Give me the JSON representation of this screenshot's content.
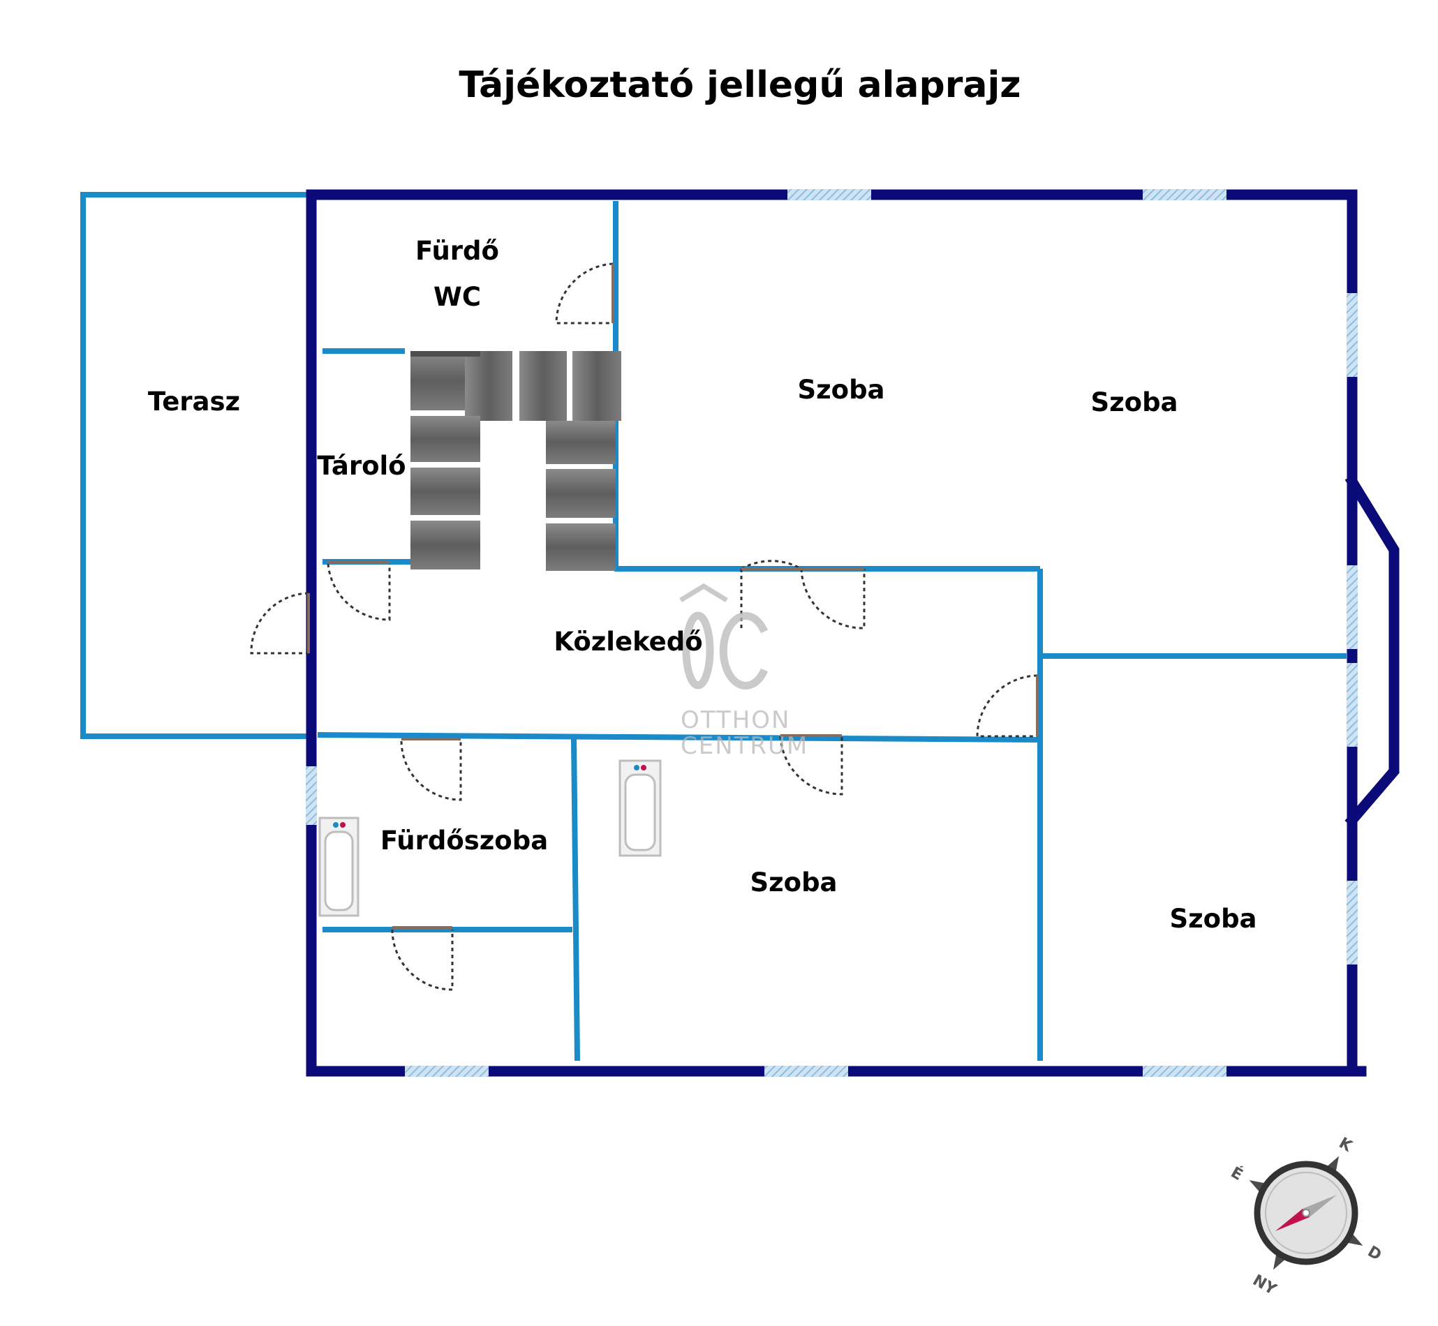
{
  "title": "Tájékoztató jellegű alaprajz",
  "rooms": {
    "terasz": "Terasz",
    "furdo": "Fürdő",
    "wc": "WC",
    "tarolo": "Tároló",
    "szoba_top_mid": "Szoba",
    "szoba_top_right": "Szoba",
    "kozlekedo": "Közlekedő",
    "furdoszoba": "Fürdőszoba",
    "szoba_bottom_mid": "Szoba",
    "szoba_bottom_right": "Szoba"
  },
  "watermark": {
    "line1": "OTTHON",
    "line2": "CENTRUM"
  },
  "compass": {
    "north": "K",
    "east": "D",
    "south": "NY",
    "west": "É"
  },
  "colors": {
    "outer_wall": "#0a0a78",
    "inner_wall": "#1a8ac8",
    "window": "#9cc7e6",
    "stair": "#6a6a6a",
    "door_arc": "#333333",
    "compass_needle": "#c0134d"
  }
}
